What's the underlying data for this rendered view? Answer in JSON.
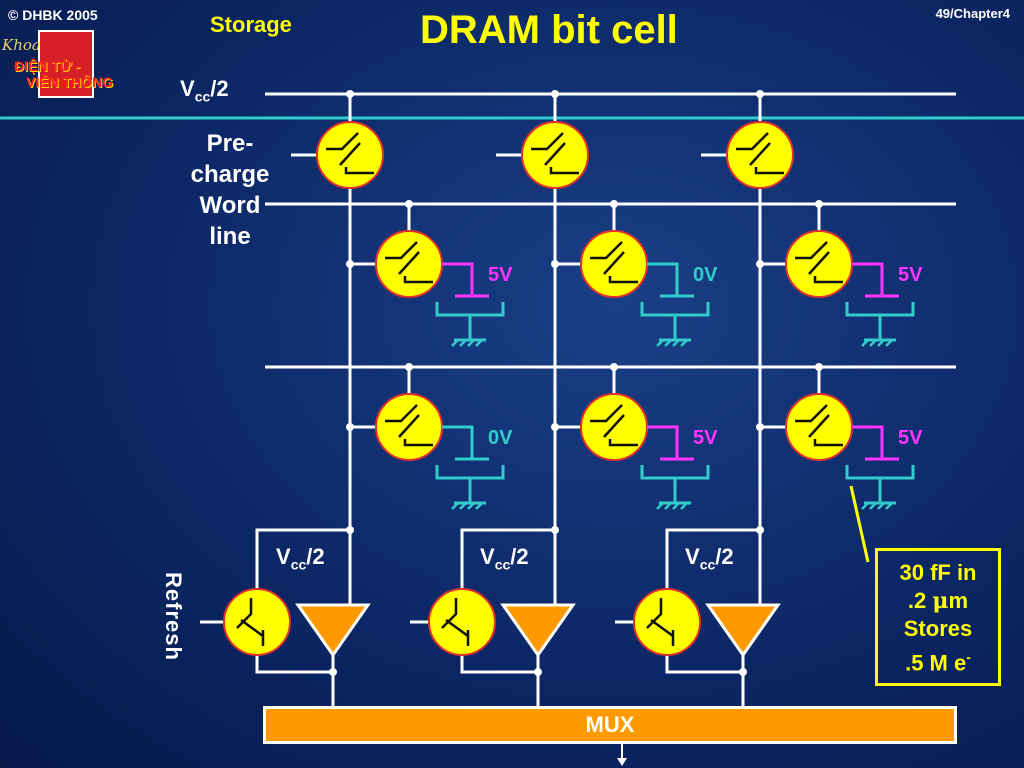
{
  "header": {
    "copyright": "© DHBK 2005",
    "section": "Storage",
    "title": "DRAM bit cell",
    "slide_number": "49/Chapter4"
  },
  "logo": {
    "line_khoa": "Khoa",
    "line1": "ĐIỆN TỬ -",
    "line2": "VIỄN THÔNG"
  },
  "labels": {
    "vcc_main": "V",
    "vcc_sub": "cc",
    "vcc_suffix": "/2",
    "precharge_1": "Pre-",
    "precharge_2": "charge",
    "wordline_1": "Word",
    "wordline_2": "line",
    "refresh": "Refresh",
    "mux": "MUX"
  },
  "cells": {
    "row1": [
      "5V",
      "0V",
      "5V"
    ],
    "row2": [
      "0V",
      "5V",
      "5V"
    ]
  },
  "note": {
    "line1": "30 fF in",
    "line2_a": ".2 ",
    "line2_mu": "μ",
    "line2_b": "m",
    "line3": "Stores",
    "line4_a": ".5 M e",
    "line4_sup": "-"
  },
  "colors": {
    "background": "#0c2766",
    "transistor": "#ffff00",
    "transistor_outline": "#e03030",
    "wire": "#ffffff",
    "charged": "#ff33ff",
    "discharged": "#33cccc",
    "amplifier": "#ff9900",
    "accent_rule": "#33cccc"
  }
}
